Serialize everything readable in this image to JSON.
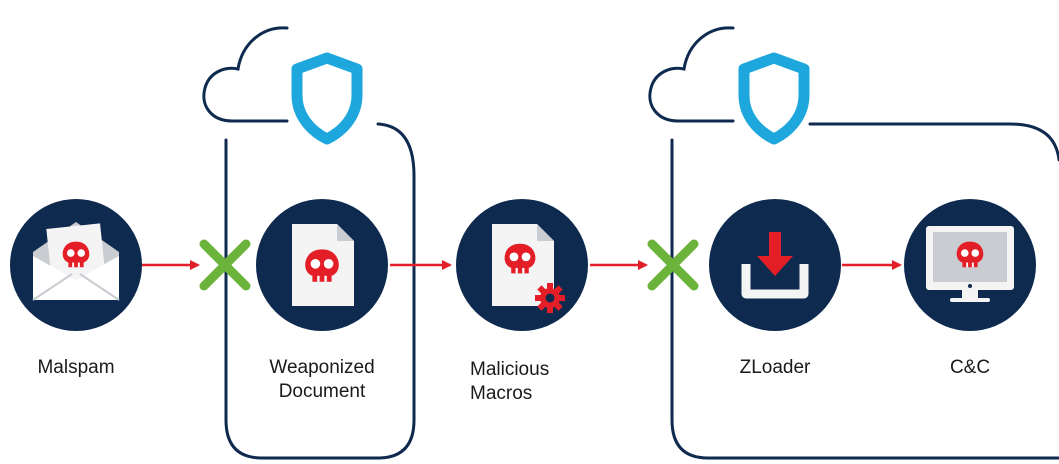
{
  "nodes": [
    {
      "id": "malspam",
      "lines": [
        "Malspam"
      ],
      "icon": "envelope-skull-icon"
    },
    {
      "id": "weaponized-document",
      "lines": [
        "Weaponized",
        "Document"
      ],
      "icon": "document-skull-icon"
    },
    {
      "id": "malicious-macros",
      "lines": [
        "Malicious",
        "Macros"
      ],
      "icon": "document-skull-gear-icon"
    },
    {
      "id": "zloader",
      "lines": [
        "ZLoader"
      ],
      "icon": "download-tray-icon"
    },
    {
      "id": "cc",
      "lines": [
        "C&C"
      ],
      "icon": "monitor-skull-icon"
    }
  ],
  "blocks": [
    {
      "after": "malspam",
      "icon": "green-x-icon"
    },
    {
      "after": "malicious-macros",
      "icon": "green-x-icon"
    }
  ],
  "cloud_groups": [
    {
      "contains": [
        "weaponized-document"
      ],
      "icon": "cloud-shield-icon"
    },
    {
      "contains": [
        "zloader",
        "cc"
      ],
      "icon": "cloud-shield-icon"
    }
  ],
  "colors": {
    "node_fill": "#0f2a4f",
    "outline": "#0f2a4f",
    "shield": "#1ea7dd",
    "skull": "#e41e26",
    "arrow": "#e41e26",
    "block_x": "#6bb33b",
    "paper": "#f4f4f4",
    "label_text": "#1a1a1a"
  }
}
